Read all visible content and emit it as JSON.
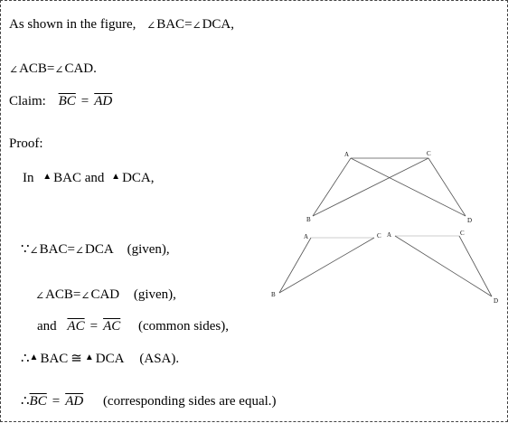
{
  "doc": {
    "l1": {
      "text": "As shown in the figure,",
      "a1": "BAC",
      "eq": "=",
      "a2": "DCA",
      "tail": ","
    },
    "l2": {
      "a1": "ACB",
      "eq": "=",
      "a2": "CAD",
      "tail": "."
    },
    "l3": {
      "label": "Claim:",
      "s1": "BC",
      "eq": "=",
      "s2": "AD"
    },
    "l4": {
      "text": "Proof:"
    },
    "l5": {
      "pre": "In",
      "t1": "BAC",
      "mid": "and",
      "t2": "DCA",
      "tail": ","
    },
    "l6": {
      "because": "∵",
      "a1": "BAC",
      "eq": "=",
      "a2": "DCA",
      "reason": "(given),"
    },
    "l7": {
      "a1": "ACB",
      "eq": "=",
      "a2": "CAD",
      "reason": "(given),"
    },
    "l8": {
      "pre": "and",
      "s1": "AC",
      "eq": "=",
      "s2": "AC",
      "reason": "(common sides),"
    },
    "l9": {
      "therefore": "∴",
      "t1": "BAC",
      "cong": "≅",
      "t2": "DCA",
      "reason": "(ASA)."
    },
    "l10": {
      "therefore": "∴",
      "s1": "BC",
      "eq": "=",
      "s2": "AD",
      "reason": "(corresponding sides are equal.)"
    }
  },
  "symbols": {
    "angle": "∠",
    "triangle": "▲"
  },
  "figures": {
    "top": {
      "A": "A",
      "C": "C",
      "B": "B",
      "D": "D"
    },
    "left": {
      "A": "A",
      "C": "C",
      "B": "B"
    },
    "right": {
      "A": "A",
      "C": "C",
      "D": "D"
    }
  }
}
